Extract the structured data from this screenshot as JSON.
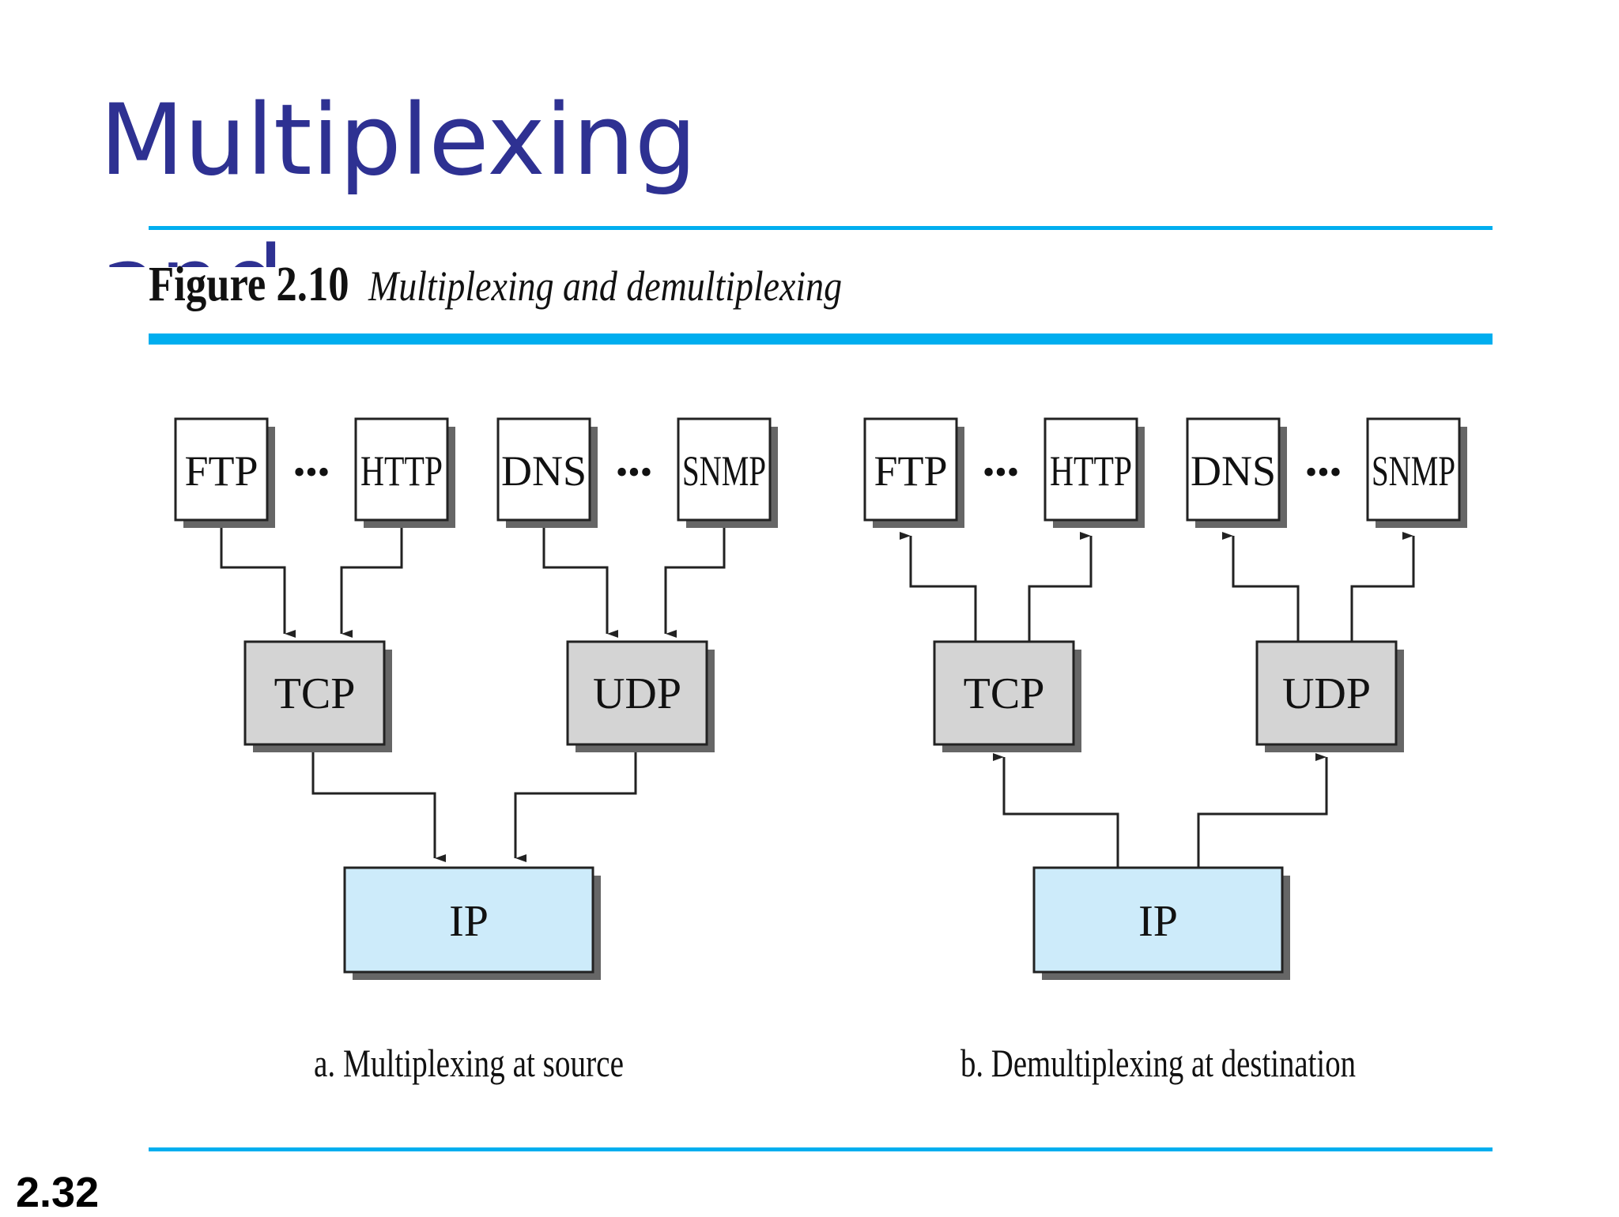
{
  "slide": {
    "title": "Multiplexing and Demultiplexing",
    "number": "2.32"
  },
  "colors": {
    "title": "#2E3192",
    "rule": "#00AEEF",
    "figure_label": "#00AEEF",
    "app_fill": "#FFFFFF",
    "transport_fill": "#D4D4D4",
    "network_fill": "#CDEBFA",
    "stroke": "#222222",
    "shadow": "#666666"
  },
  "figure": {
    "label": "Figure 2.10",
    "caption": "Multiplexing and demultiplexing",
    "panels": [
      {
        "id": "a",
        "caption": "a. Multiplexing at source",
        "app_groups": [
          {
            "left": "FTP",
            "dots": "•••",
            "right": "HTTP"
          },
          {
            "left": "DNS",
            "dots": "•••",
            "right": "SNMP"
          }
        ],
        "transport": [
          "TCP",
          "UDP"
        ],
        "network": "IP"
      },
      {
        "id": "b",
        "caption": "b. Demultiplexing at destination",
        "app_groups": [
          {
            "left": "FTP",
            "dots": "•••",
            "right": "HTTP"
          },
          {
            "left": "DNS",
            "dots": "•••",
            "right": "SNMP"
          }
        ],
        "transport": [
          "TCP",
          "UDP"
        ],
        "network": "IP"
      }
    ]
  }
}
